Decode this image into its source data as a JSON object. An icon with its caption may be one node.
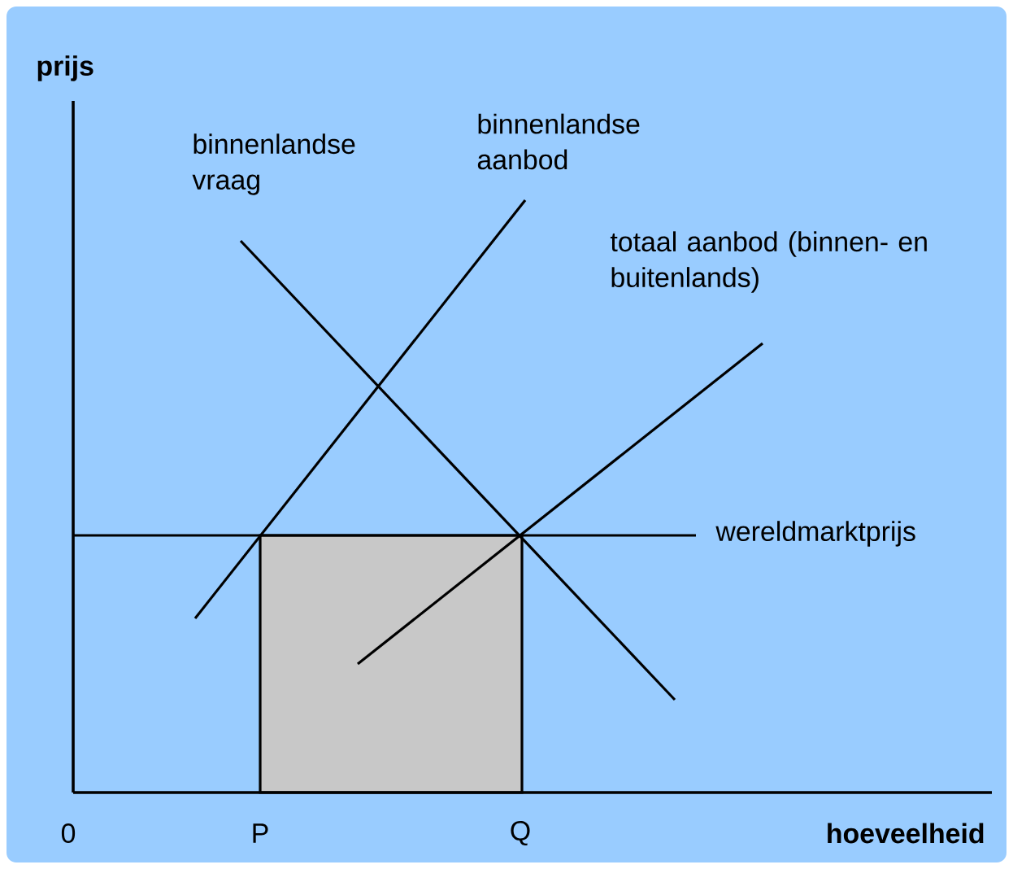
{
  "diagram": {
    "nodes": [
      {
        "text": [],
        "shape": "box"
      }
    ],
    "labels": [
      "prijs",
      "binnenlandse vraag",
      "binnenlandse aanbod",
      "totaal aanbod (binnen- en buitenlands)",
      "wereldmarktprijs",
      "0",
      "P",
      "Q",
      "hoeveelheid"
    ]
  }
}
